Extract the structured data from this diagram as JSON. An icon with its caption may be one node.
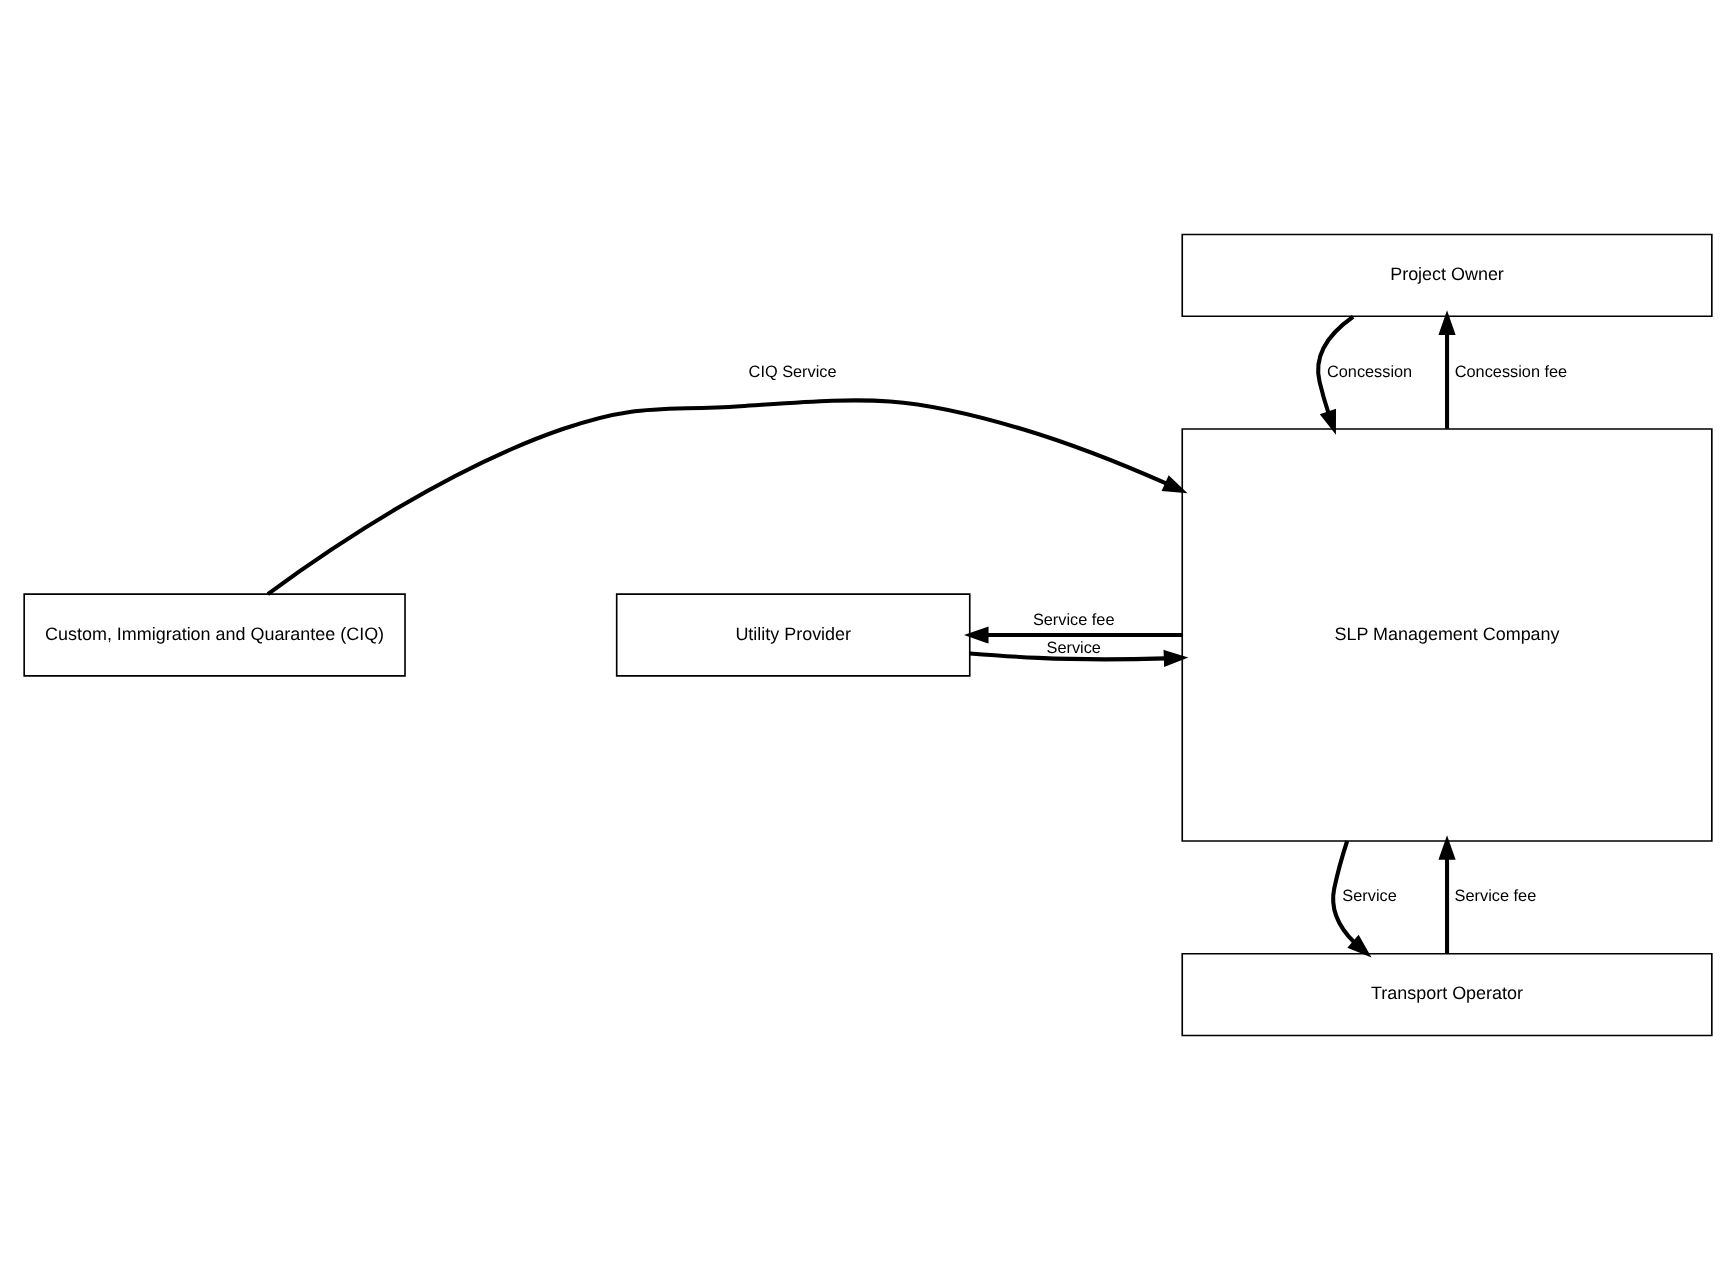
{
  "diagram": {
    "nodes": [
      {
        "text": [
          "Project Owner"
        ]
      },
      {
        "text": [
          "Custom, Immigration and Quarantee (CIQ)"
        ]
      },
      {
        "text": [
          "SLP Management Company"
        ]
      },
      {
        "text": [
          "Utility Provider"
        ]
      },
      {
        "text": [
          "Transport Operator"
        ]
      }
    ],
    "edges": [
      {
        "from": 0,
        "to": 2,
        "arrow": "to",
        "label": "Concession"
      },
      {
        "from": 2,
        "to": 0,
        "arrow": "to",
        "label": "Concession fee"
      },
      {
        "from": 1,
        "to": 2,
        "arrow": "to",
        "label": "CIQ Service"
      },
      {
        "from": 2,
        "to": 3,
        "arrow": "to",
        "label": "Service fee"
      },
      {
        "from": 3,
        "to": 2,
        "arrow": "to",
        "label": "Service"
      },
      {
        "from": 2,
        "to": 4,
        "arrow": "to",
        "label": "Service"
      },
      {
        "from": 4,
        "to": 2,
        "arrow": "to",
        "label": "Service fee"
      }
    ]
  }
}
